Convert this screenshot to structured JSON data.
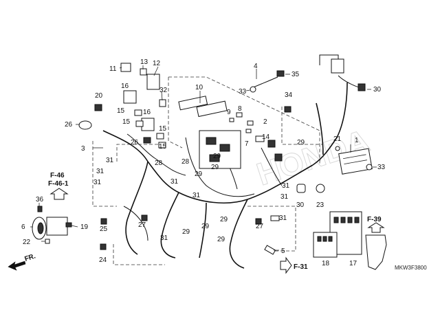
{
  "diagram": {
    "code": "MKW3F3800",
    "watermark": "HONDA",
    "front_marker": "FR.",
    "refs": {
      "f46": "F-46",
      "f46_1": "F-46-1",
      "f39": "F-39",
      "f31": "F-31"
    },
    "callouts": [
      {
        "id": "c1",
        "label": "1"
      },
      {
        "id": "c2",
        "label": "2"
      },
      {
        "id": "c3",
        "label": "3"
      },
      {
        "id": "c4",
        "label": "4"
      },
      {
        "id": "c5",
        "label": "5"
      },
      {
        "id": "c6",
        "label": "6"
      },
      {
        "id": "c7",
        "label": "7"
      },
      {
        "id": "c8",
        "label": "8"
      },
      {
        "id": "c9",
        "label": "9"
      },
      {
        "id": "c10",
        "label": "10"
      },
      {
        "id": "c11",
        "label": "11"
      },
      {
        "id": "c12",
        "label": "12"
      },
      {
        "id": "c13",
        "label": "13"
      },
      {
        "id": "c14",
        "label": "14"
      },
      {
        "id": "c15a",
        "label": "15"
      },
      {
        "id": "c15b",
        "label": "15"
      },
      {
        "id": "c15c",
        "label": "15"
      },
      {
        "id": "c15d",
        "label": "15"
      },
      {
        "id": "c16a",
        "label": "16"
      },
      {
        "id": "c16b",
        "label": "16"
      },
      {
        "id": "c17",
        "label": "17"
      },
      {
        "id": "c18",
        "label": "18"
      },
      {
        "id": "c19",
        "label": "19"
      },
      {
        "id": "c20",
        "label": "20"
      },
      {
        "id": "c21",
        "label": "21"
      },
      {
        "id": "c22",
        "label": "22"
      },
      {
        "id": "c23",
        "label": "23"
      },
      {
        "id": "c24",
        "label": "24"
      },
      {
        "id": "c25",
        "label": "25"
      },
      {
        "id": "c26a",
        "label": "26"
      },
      {
        "id": "c26b",
        "label": "26"
      },
      {
        "id": "c27a",
        "label": "27"
      },
      {
        "id": "c27b",
        "label": "27"
      },
      {
        "id": "c28a",
        "label": "28"
      },
      {
        "id": "c28b",
        "label": "28"
      },
      {
        "id": "c29a",
        "label": "29"
      },
      {
        "id": "c29b",
        "label": "29"
      },
      {
        "id": "c29c",
        "label": "29"
      },
      {
        "id": "c29d",
        "label": "29"
      },
      {
        "id": "c29e",
        "label": "29"
      },
      {
        "id": "c29f",
        "label": "29"
      },
      {
        "id": "c29g",
        "label": "29"
      },
      {
        "id": "c29h",
        "label": "29"
      },
      {
        "id": "c30a",
        "label": "30"
      },
      {
        "id": "c30b",
        "label": "30"
      },
      {
        "id": "c31a",
        "label": "31"
      },
      {
        "id": "c31b",
        "label": "31"
      },
      {
        "id": "c31c",
        "label": "31"
      },
      {
        "id": "c31d",
        "label": "31"
      },
      {
        "id": "c31e",
        "label": "31"
      },
      {
        "id": "c31f",
        "label": "31"
      },
      {
        "id": "c31g",
        "label": "31"
      },
      {
        "id": "c31h",
        "label": "31"
      },
      {
        "id": "c31i",
        "label": "31"
      },
      {
        "id": "c32",
        "label": "32"
      },
      {
        "id": "c33a",
        "label": "33"
      },
      {
        "id": "c33b",
        "label": "33"
      },
      {
        "id": "c34",
        "label": "34"
      },
      {
        "id": "c35",
        "label": "35"
      },
      {
        "id": "c36",
        "label": "36"
      }
    ]
  }
}
